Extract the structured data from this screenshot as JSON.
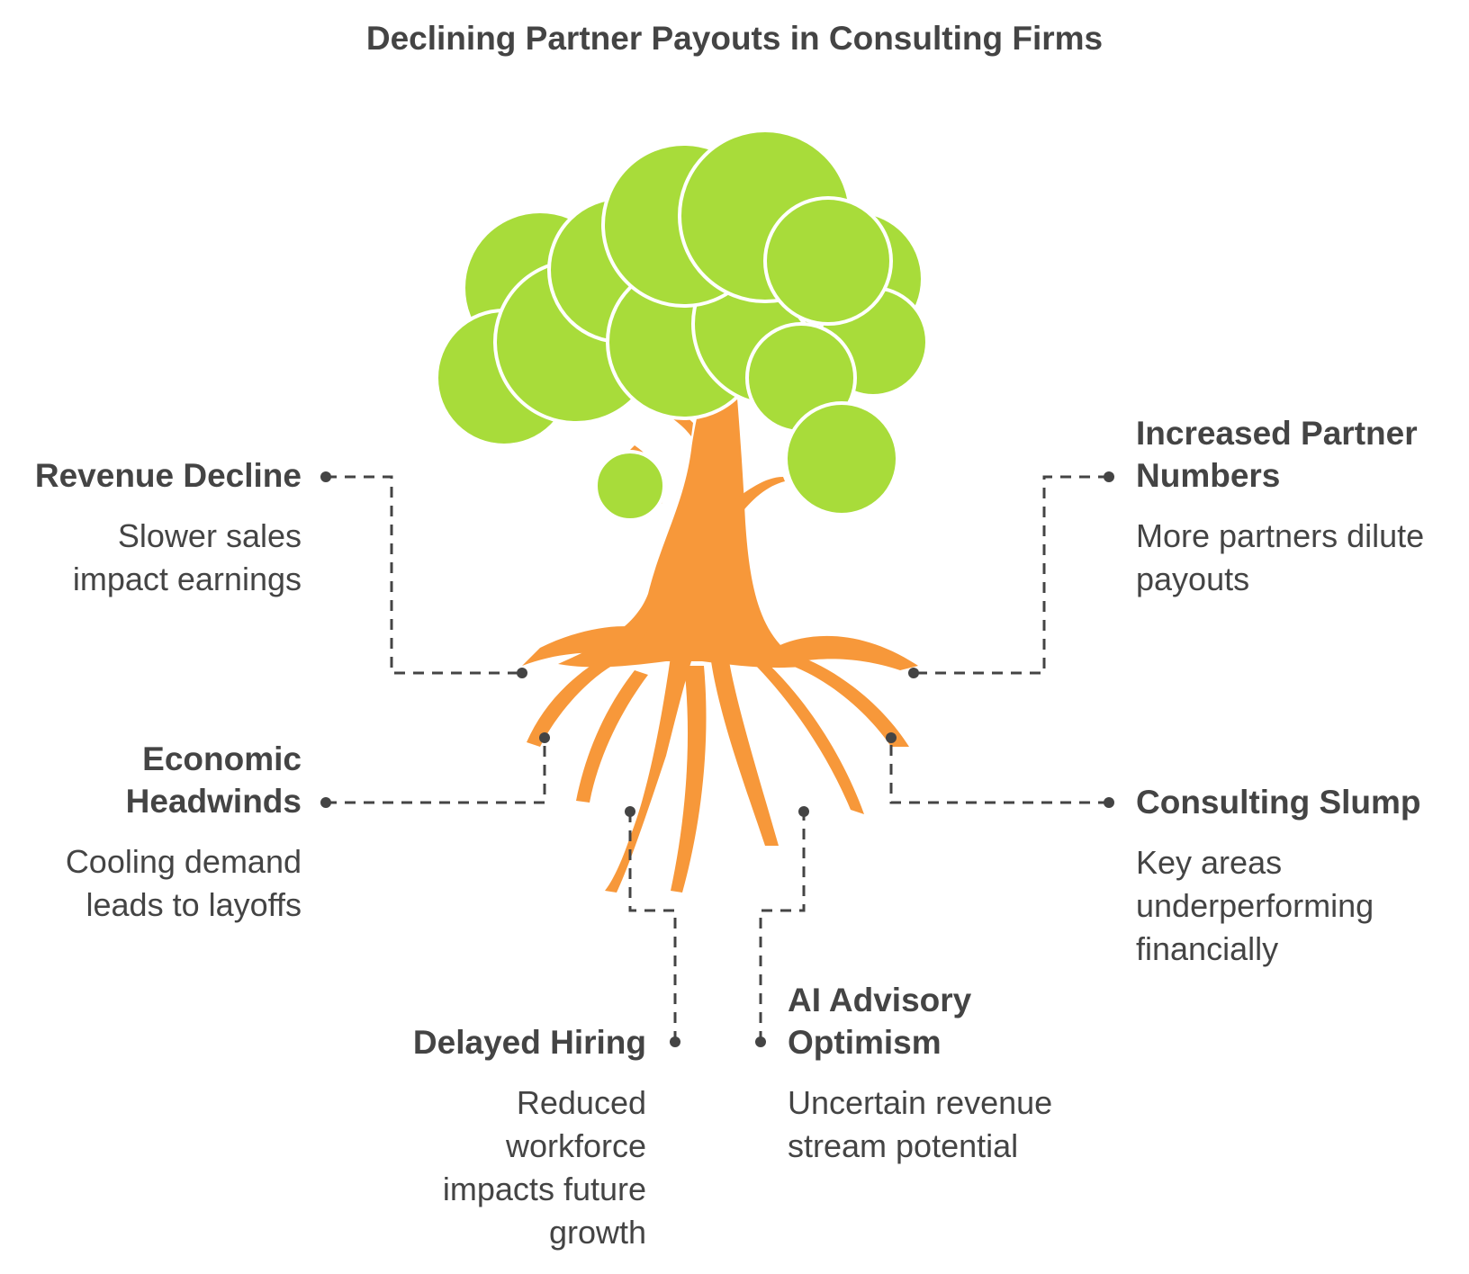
{
  "title": "Declining Partner Payouts in Consulting Firms",
  "colors": {
    "foliage": "#a8dc3a",
    "trunk": "#f7983a",
    "connector": "#444444",
    "text": "#444444"
  },
  "icons": {
    "tree": "tree-icon"
  },
  "items": {
    "revenue_decline": {
      "heading": "Revenue Decline",
      "desc": "Slower sales impact earnings"
    },
    "increased_partners": {
      "heading": "Increased Partner Numbers",
      "desc": "More partners dilute payouts"
    },
    "economic_headwinds": {
      "heading": "Economic Headwinds",
      "desc": "Cooling demand leads to layoffs"
    },
    "consulting_slump": {
      "heading": "Consulting Slump",
      "desc": "Key areas underperforming financially"
    },
    "delayed_hiring": {
      "heading": "Delayed Hiring",
      "desc": "Reduced workforce impacts future growth"
    },
    "ai_advisory": {
      "heading": "AI Advisory Optimism",
      "desc": "Uncertain revenue stream potential"
    }
  }
}
